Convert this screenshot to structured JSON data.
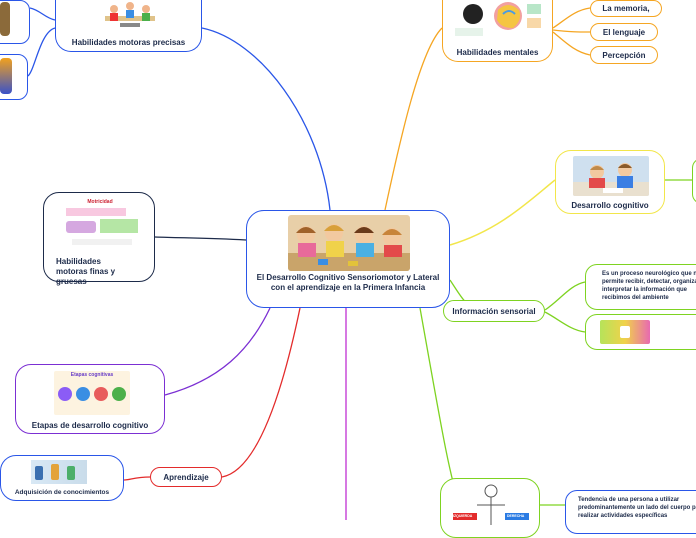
{
  "central": {
    "title": "El Desarrollo Cognitivo Sensoriomotor y Lateral con el aprendizaje en la Primera Infancia"
  },
  "branches": {
    "fine_motor": "Habilidades motoras precisas",
    "mental": "Habilidades mentales",
    "memory": "La memoria,",
    "language": "El lenguaje",
    "perception": "Percepción",
    "cognitive_dev": "Desarrollo cognitivo",
    "sensory_info": "Información sensorial",
    "sensory_def": "Es un proceso neurológico que nos permite recibir, detectar, organizar e interpretar la información que recibimos del ambiente",
    "motor_fine_gross": "Habilidades motoras finas y gruesas",
    "stages": "Etapas de desarrollo cognitivo",
    "learning": "Aprendizaje",
    "knowledge": "Adquisición de conocimientos",
    "laterality_def": "Tendencia de una persona a utilizar predominantemente un lado del cuerpo para realizar actividades específicas"
  },
  "thumb_texts": {
    "motricidad": "Motricidad",
    "etapas": "Etapas cognitivas",
    "izquierda": "IZQUIERDA",
    "derecha": "DERECHA"
  },
  "colors": {
    "blue": "#2a56e8",
    "navy": "#1d2b4a",
    "orange": "#f5a623",
    "yellow": "#f2e64a",
    "green": "#7ed321",
    "magenta": "#c02fd3",
    "red": "#e32b2b",
    "purple": "#7b2fd3"
  }
}
